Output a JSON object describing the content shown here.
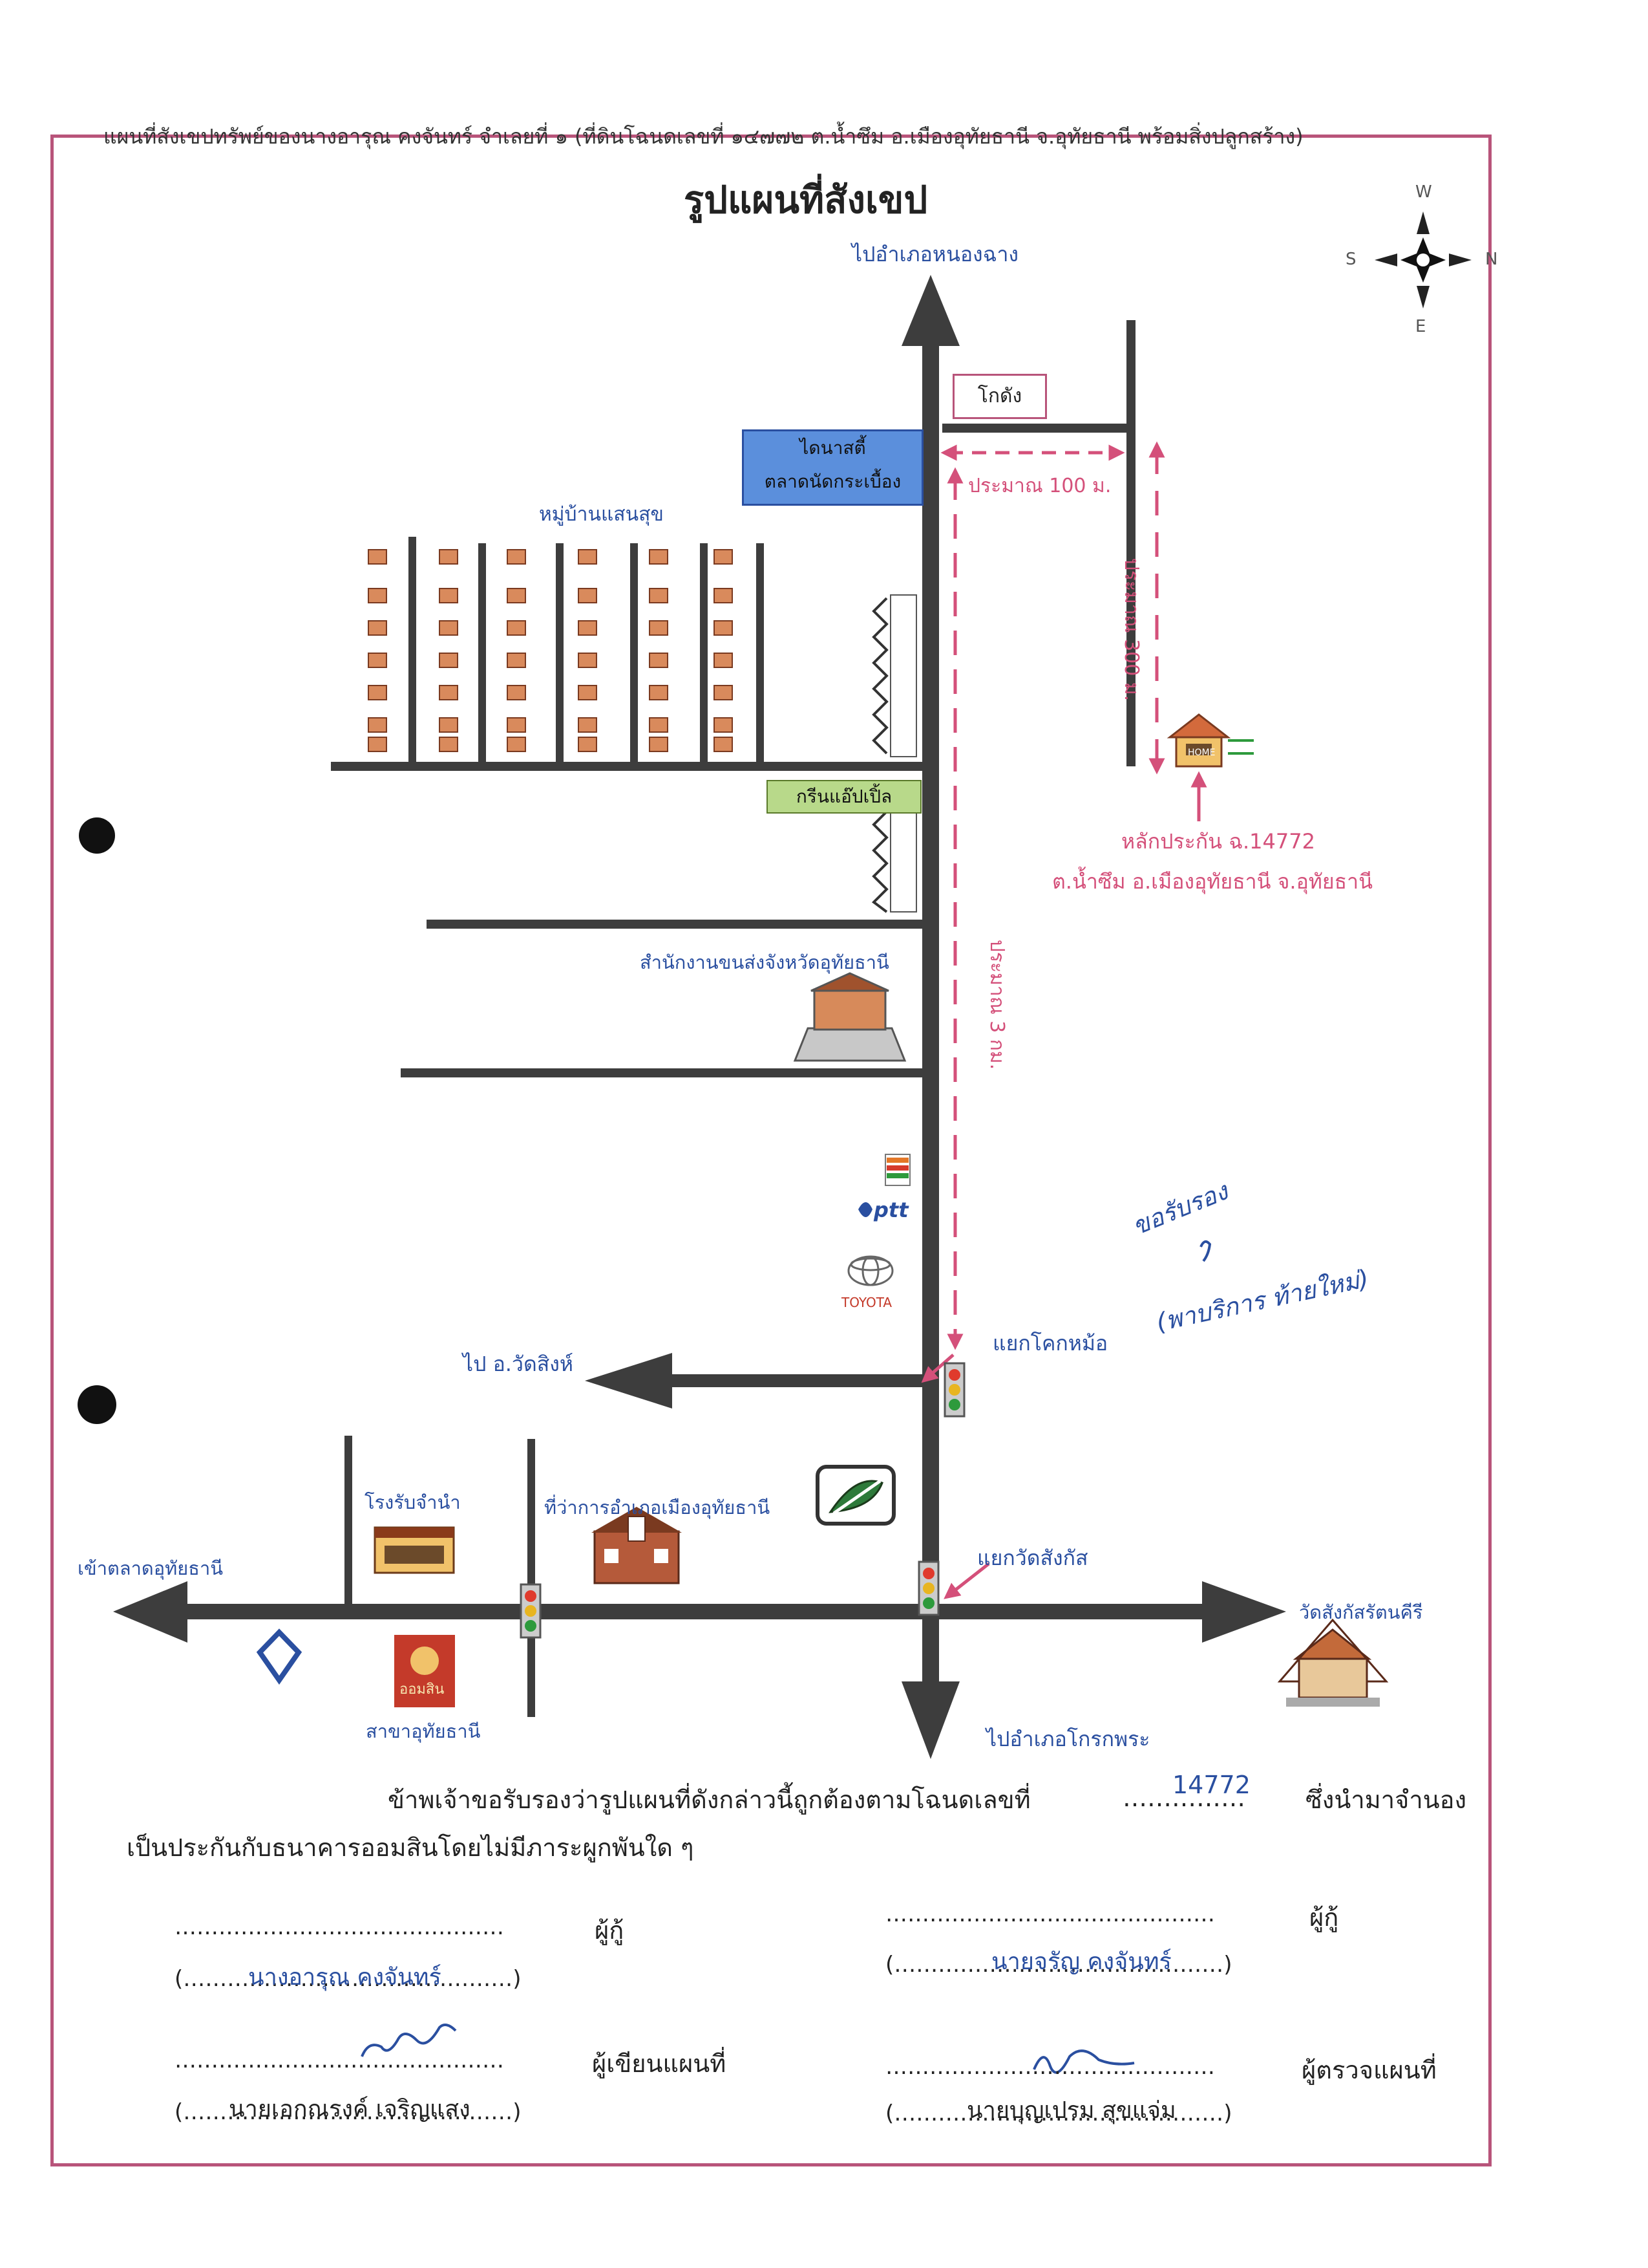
{
  "header": {
    "caption": "แผนที่สังเขปทรัพย์ของนางอารุณ คงจันทร์ จำเลยที่ ๑ (ที่ดินโฉนดเลขที่ ๑๔๗๗๒ ต.น้ำซึม อ.เมืองอุทัยธานี จ.อุทัยธานี พร้อมสิ่งปลูกสร้าง)",
    "title": "รูปแผนที่สังเขป"
  },
  "compass": {
    "w": "W",
    "s": "S",
    "n": "N",
    "e": "E"
  },
  "labels": {
    "to_nong_chang": "ไปอำเภอหนองฉาง",
    "warehouse": "โกดัง",
    "dynasty_line1": "ไดนาสตี้",
    "dynasty_line2": "ตลาดนัดกระเบื้อง",
    "approx_100m": "ประมาณ 100 ม.",
    "approx_300m": "ประมาณ 300 ม.",
    "village": "หมู่บ้านแสนสุข",
    "green_apple": "กรีนแอ๊ปเปิ้ล",
    "transport_office": "สำนักงานขนส่งจังหวัดอุทัยธานี",
    "approx_3km": "ประมาณ 3 กม.",
    "collateral_line1": "หลักประกัน ฉ.14772",
    "collateral_line2": "ต.น้ำซึม อ.เมืองอุทัยธานี จ.อุทัยธานี",
    "home_sign": "HOME",
    "ptt": "ptt",
    "toyota": "TOYOTA",
    "to_wat_sing": "ไป อ.วัดสิงห์",
    "khok_mo_junction": "แยกโคกหม้อ",
    "rice_mill": "โรงรับจำนำ",
    "district_office": "ที่ว่าการอำเภอเมืองอุทัยธานี",
    "to_market": "เข้าตลาดอุทัยธานี",
    "wat_sangkat_junction": "แยกวัดสังกัส",
    "wat_sangkat_temple": "วัดสังกัสรัตนคีรี",
    "gsb_logo": "ออมสิน",
    "gsb_branch": "สาขาอุทัยธานี",
    "to_khok_phra": "ไปอำเภอโกรกพระ",
    "handwritten_line1": "ขอรับรอง",
    "handwritten_line2": "(พาบริการ ท้ายใหม่)"
  },
  "certification": {
    "line1_prefix": "ข้าพเจ้าขอรับรองว่ารูปแผนที่ดังกล่าวนี้ถูกต้องตามโฉนดเลขที่",
    "deed_no": "14772",
    "line1_suffix": "ซึ่งนำมาจำนอง",
    "line2": "เป็นประกันกับธนาคารออมสินโดยไม่มีภาระผูกพันใด ๆ"
  },
  "signatures": {
    "borrower_role": "ผู้กู้",
    "borrower1_name": "นางอารุณ คงจันทร์",
    "borrower2_name": "นายจรัญ คงจันทร์",
    "drawer_role": "ผู้เขียนแผนที่",
    "drawer_name": "นายเอกณรงค์ เจริญแสง",
    "inspector_role": "ผู้ตรวจแผนที่",
    "inspector_name": "นายบุญเปรม สุขแจ่ม"
  },
  "colors": {
    "road": "#3d3d3d",
    "pink": "#d4507a",
    "frame": "#b8547a",
    "blue_label": "#2a4fa0"
  }
}
